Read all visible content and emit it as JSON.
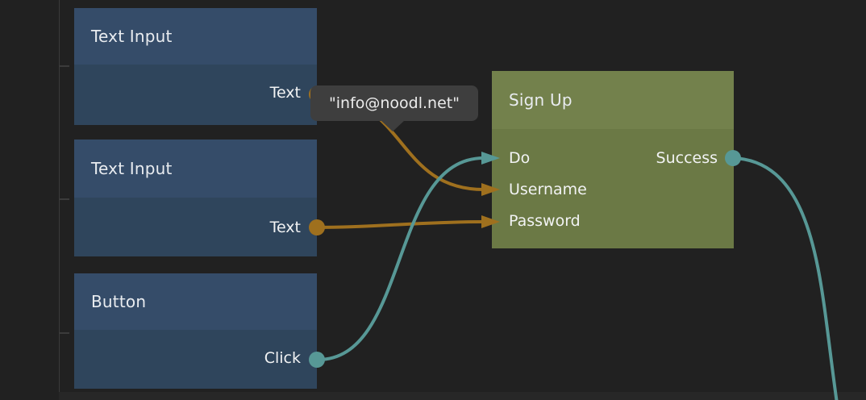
{
  "tooltip": {
    "text": "\"info@noodl.net\""
  },
  "nodes": [
    {
      "title": "Text Input",
      "outputs": [
        {
          "label": "Text",
          "type": "string"
        }
      ]
    },
    {
      "title": "Text Input",
      "outputs": [
        {
          "label": "Text",
          "type": "string"
        }
      ]
    },
    {
      "title": "Button",
      "outputs": [
        {
          "label": "Click",
          "type": "signal"
        }
      ]
    },
    {
      "title": "Sign Up",
      "inputs": [
        {
          "label": "Do",
          "type": "signal"
        },
        {
          "label": "Username",
          "type": "string"
        },
        {
          "label": "Password",
          "type": "string"
        }
      ],
      "outputs": [
        {
          "label": "Success",
          "type": "signal"
        }
      ]
    }
  ],
  "connections": [
    {
      "from": "Text Input.Text",
      "to": "Sign Up.Username",
      "type": "string"
    },
    {
      "from": "Text Input 2.Text",
      "to": "Sign Up.Password",
      "type": "string"
    },
    {
      "from": "Button.Click",
      "to": "Sign Up.Do",
      "type": "signal"
    },
    {
      "from": "Sign Up.Success",
      "to": "offscreen-bottom",
      "type": "signal"
    }
  ],
  "colors": {
    "background": "#212121",
    "string_connection": "#9f701e",
    "signal_connection": "#579896",
    "node_blue_header": "#354c69",
    "node_blue_body": "#2f455c",
    "node_green_header": "#73814c",
    "node_green_body": "#6b7945",
    "tooltip_bg": "#3e3e3e"
  }
}
